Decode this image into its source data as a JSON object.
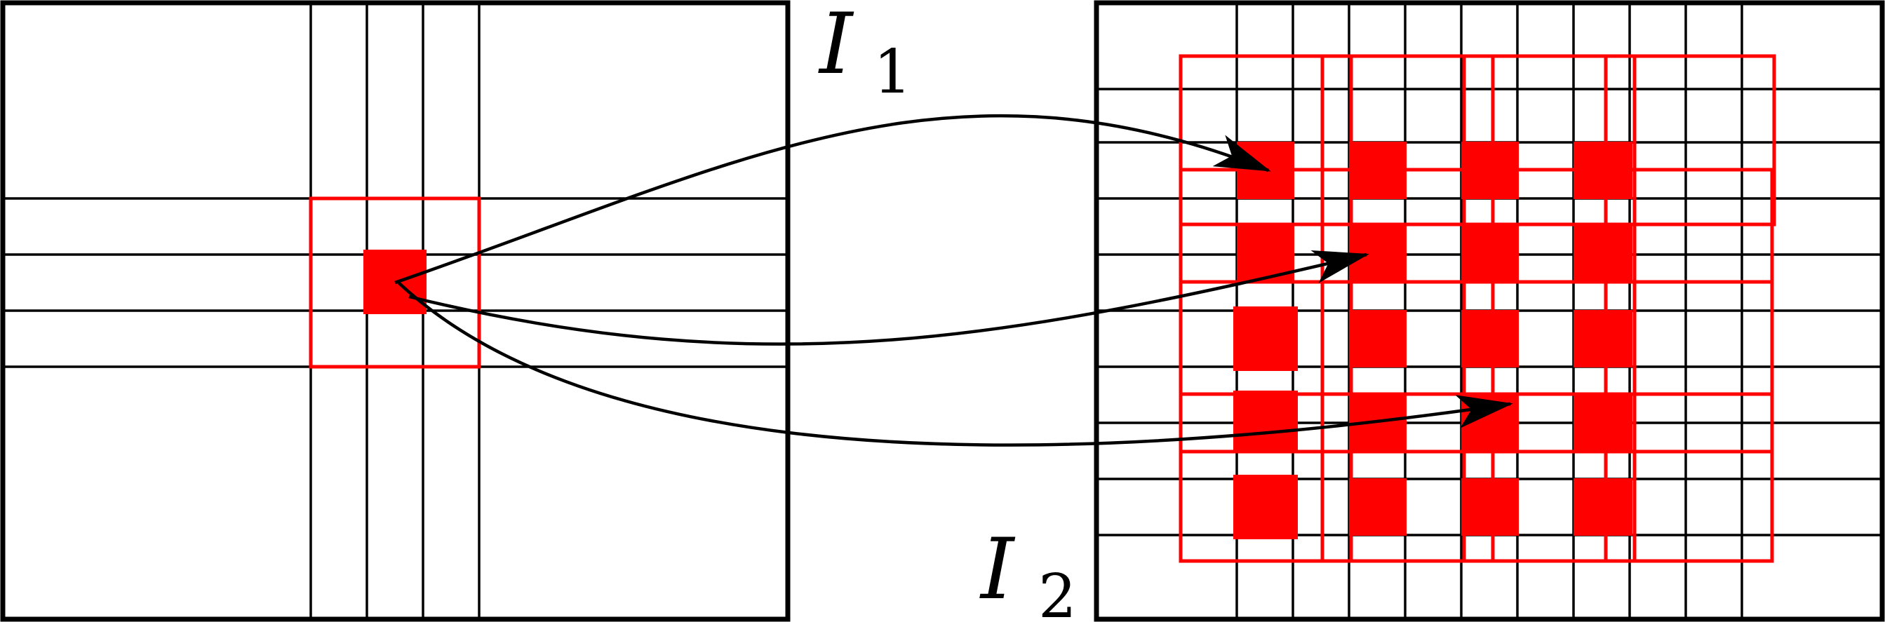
{
  "labels": {
    "image1": {
      "symbol": "I",
      "subscript": "1"
    },
    "image2": {
      "symbol": "I",
      "subscript": "2"
    }
  },
  "colors": {
    "grid": "#000000",
    "highlight": "#ff0000",
    "arrow": "#000000",
    "background": "#ffffff"
  }
}
